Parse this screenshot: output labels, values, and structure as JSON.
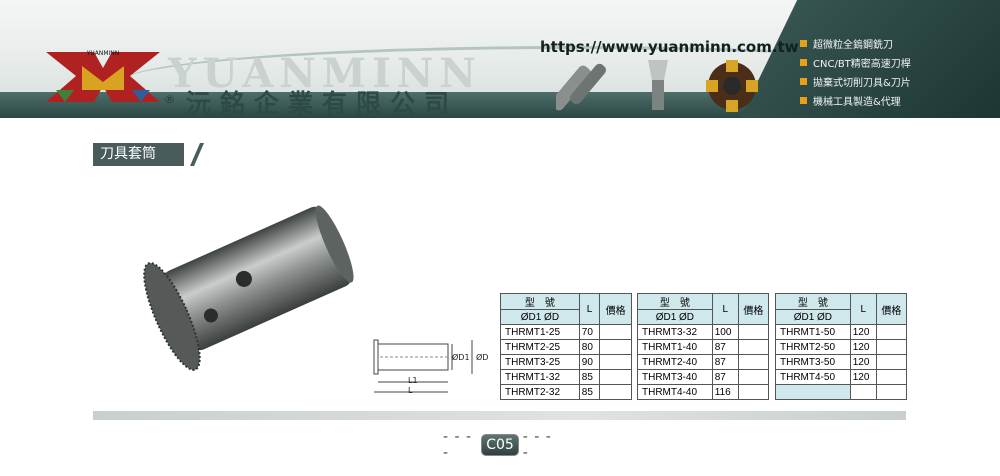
{
  "header": {
    "logo_text": "YUANMINN",
    "brand": "YUANMINN",
    "company_name": "沅銘企業有限公司",
    "registered_mark": "®",
    "url": "https://www.yuanminn.com.tw",
    "features": [
      "超微粒全鎢鋼銑刀",
      "CNC/BT精密高速刀桿",
      "拋棄式切削刀具&刀片",
      "機械工具製造&代理"
    ],
    "accent_color": "#e6a118",
    "band_color": "#2c4744"
  },
  "section": {
    "title": "刀具套筒"
  },
  "diagram": {
    "labels": [
      "ØD1",
      "ØD",
      "L1",
      "L"
    ]
  },
  "tables": [
    {
      "head": {
        "model": "型　號",
        "sub": "ØD1 ØD",
        "l": "L",
        "price": "價格"
      },
      "rows": [
        [
          "THRMT1-25",
          "70",
          ""
        ],
        [
          "THRMT2-25",
          "80",
          ""
        ],
        [
          "THRMT3-25",
          "90",
          ""
        ],
        [
          "THRMT1-32",
          "85",
          ""
        ],
        [
          "THRMT2-32",
          "85",
          ""
        ]
      ]
    },
    {
      "head": {
        "model": "型　號",
        "sub": "ØD1 ØD",
        "l": "L",
        "price": "價格"
      },
      "rows": [
        [
          "THRMT3-32",
          "100",
          ""
        ],
        [
          "THRMT1-40",
          "87",
          ""
        ],
        [
          "THRMT2-40",
          "87",
          ""
        ],
        [
          "THRMT3-40",
          "87",
          ""
        ],
        [
          "THRMT4-40",
          "116",
          ""
        ]
      ]
    },
    {
      "head": {
        "model": "型　號",
        "sub": "ØD1 ØD",
        "l": "L",
        "price": "價格"
      },
      "rows": [
        [
          "THRMT1-50",
          "120",
          ""
        ],
        [
          "THRMT2-50",
          "120",
          ""
        ],
        [
          "THRMT3-50",
          "120",
          ""
        ],
        [
          "THRMT4-50",
          "120",
          ""
        ],
        [
          "",
          "",
          ""
        ]
      ]
    }
  ],
  "footer": {
    "page": "C05",
    "dash_left": "- - - -",
    "dash_right": "- - - -"
  }
}
